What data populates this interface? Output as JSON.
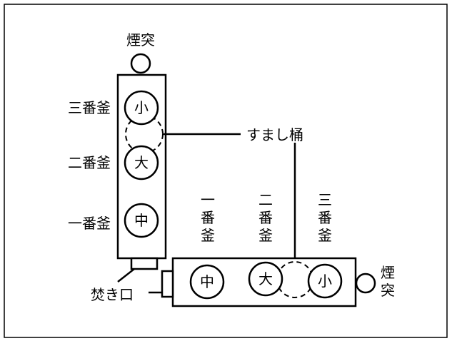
{
  "labels": {
    "chimney": "煙突",
    "pot3": "三番釜",
    "pot2": "二番釜",
    "pot1": "一番釜",
    "sumashi_oke": "すまし桶",
    "firing_port": "焚き口"
  },
  "vertical_stove": {
    "pots": [
      {
        "size": "小"
      },
      {
        "size": "大"
      },
      {
        "size": "中"
      }
    ]
  },
  "horizontal_stove": {
    "column_labels": [
      "一番釜",
      "二番釜",
      "三番釜"
    ],
    "pots": [
      {
        "size": "中"
      },
      {
        "size": "大"
      },
      {
        "size": "小"
      }
    ]
  }
}
